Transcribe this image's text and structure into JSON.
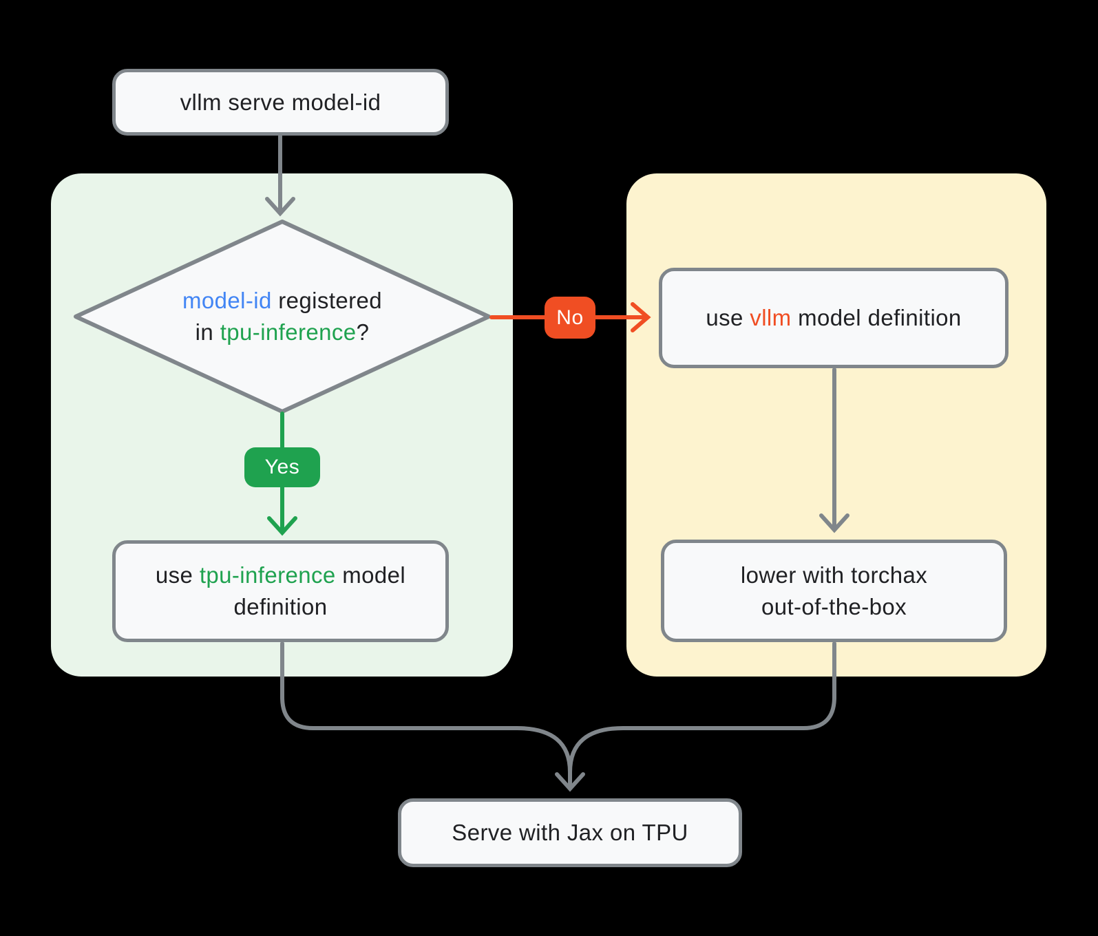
{
  "colors": {
    "background": "#000000",
    "panel_green": "#E9F5EA",
    "panel_yellow": "#FDF3CF",
    "node_fill": "#F8F9FA",
    "node_border": "#80868B",
    "connector_gray": "#80868B",
    "green": "#1FA24F",
    "orange": "#F04E23",
    "blue": "#4285F4",
    "text": "#202124"
  },
  "nodes": {
    "start": {
      "label": "vllm serve model-id"
    },
    "decision": {
      "line1_highlight": "model-id",
      "line1_rest": " registered",
      "line2_pre": "in ",
      "line2_highlight": "tpu-inference",
      "line2_rest": "?"
    },
    "tpu_box": {
      "pre": "use ",
      "highlight": "tpu-inference",
      "post": " model definition"
    },
    "vllm_box": {
      "pre": "use ",
      "highlight": "vllm",
      "post": " model definition"
    },
    "torchax_box": {
      "line1": "lower with torchax",
      "line2": "out-of-the-box"
    },
    "end": {
      "label": "Serve with Jax on TPU"
    }
  },
  "labels": {
    "yes": "Yes",
    "no": "No"
  }
}
